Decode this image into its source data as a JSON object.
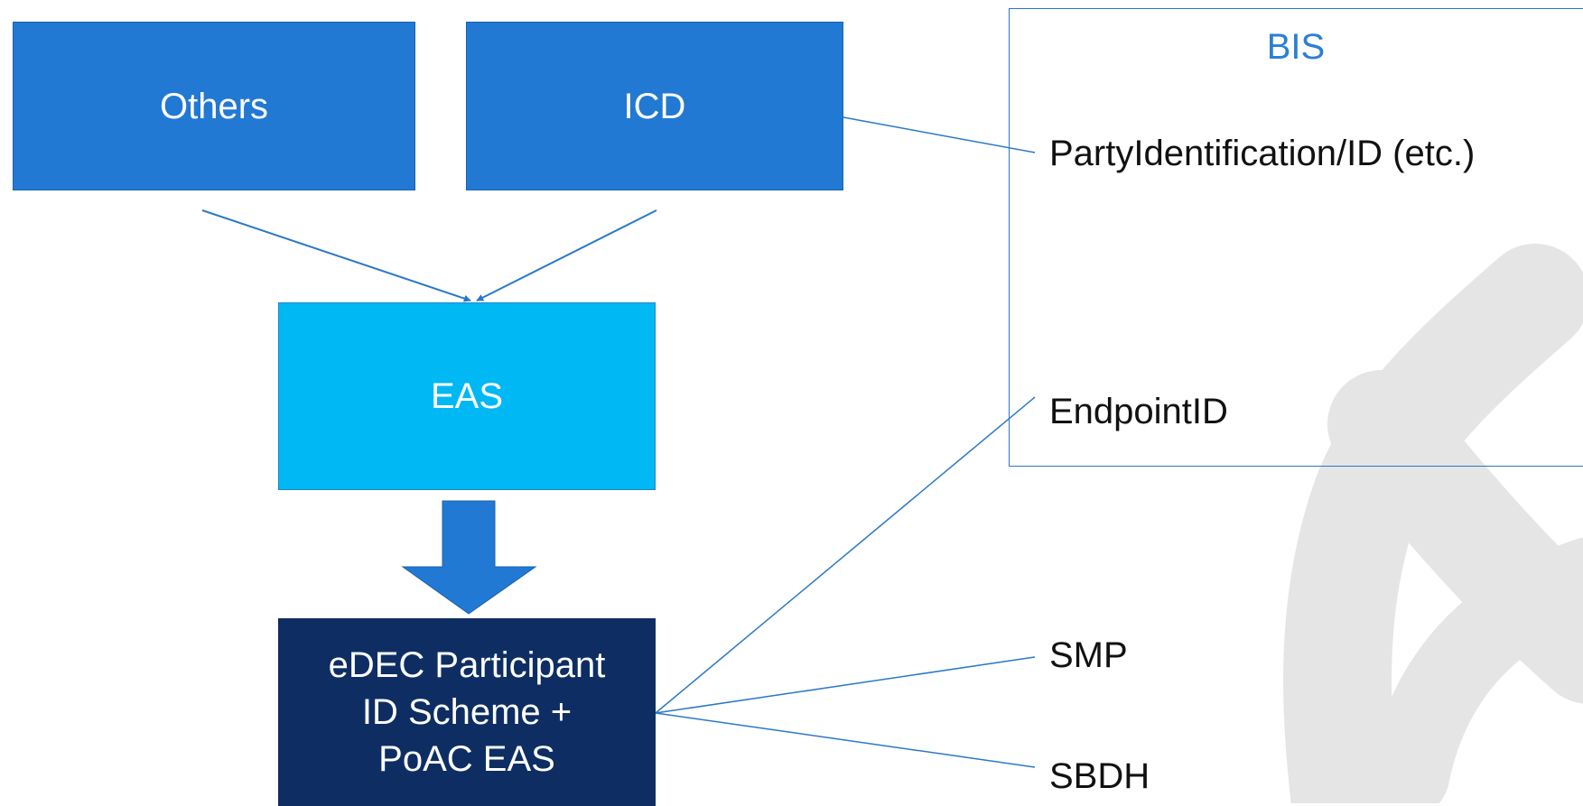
{
  "diagram": {
    "nodes": {
      "others": "Others",
      "icd": "ICD",
      "eas": "EAS",
      "edec": "eDEC Participant ID Scheme + PoAC EAS"
    },
    "edec_lines": [
      "eDEC Participant",
      "ID Scheme +",
      "PoAC EAS"
    ],
    "bis": {
      "title": "BIS",
      "items": {
        "party": "PartyIdentification/ID (etc.)",
        "endpoint": "EndpointID"
      }
    },
    "outputs": {
      "smp": "SMP",
      "sbdh": "SBDH"
    },
    "colors": {
      "box_blue": "#2179d3",
      "box_light_blue": "#00b8f4",
      "box_navy": "#0e2e63",
      "connector": "#2a78c7",
      "bis_title": "#2b7fd4",
      "watermark": "#e6e6e6"
    }
  }
}
